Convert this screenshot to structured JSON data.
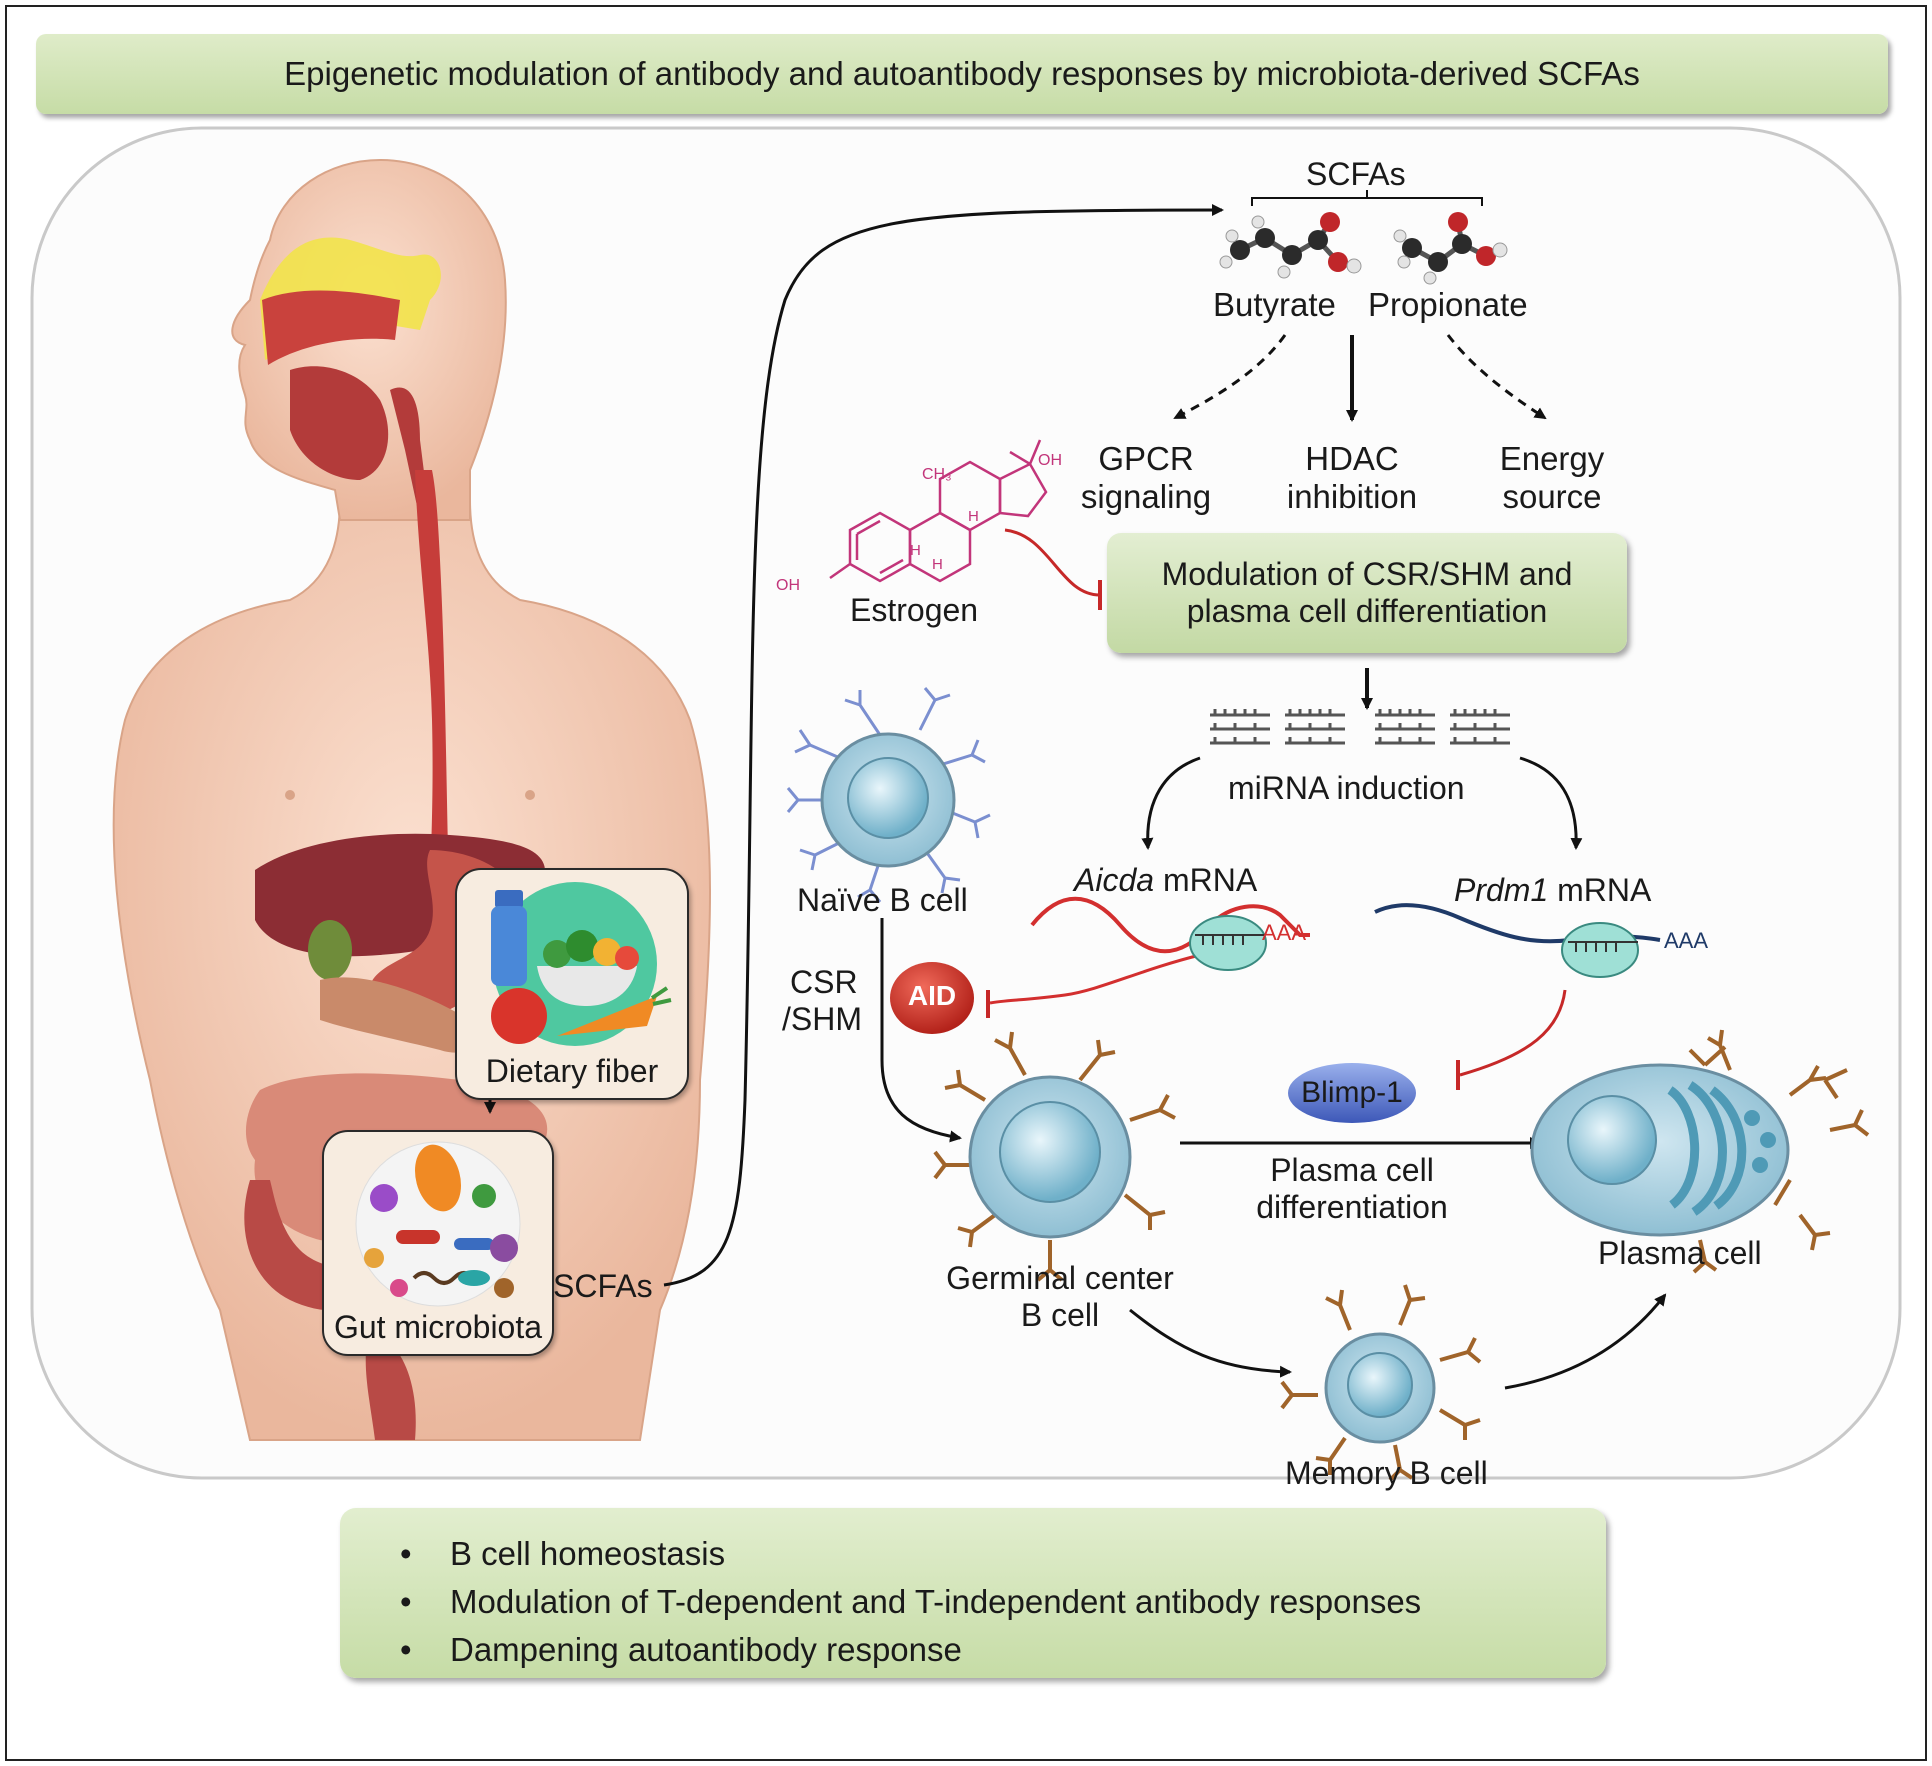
{
  "title": "Epigenetic modulation of antibody and autoantibody responses by microbiota-derived SCFAs",
  "scfas_top": "SCFAs",
  "scfas_side": "SCFAs",
  "molecules": {
    "butyrate": "Butyrate",
    "propionate": "Propionate"
  },
  "mechanisms": {
    "gpcr": [
      "GPCR",
      "signaling"
    ],
    "hdac": [
      "HDAC",
      "inhibition"
    ],
    "energy": [
      "Energy",
      "source"
    ]
  },
  "estrogen": {
    "label": "Estrogen",
    "ch3": "CH₃",
    "oh_top": "OH",
    "oh_left": "OH",
    "h": "H"
  },
  "modulation_box": [
    "Modulation of CSR/SHM and",
    "plasma cell differentiation"
  ],
  "mirna": "miRNA induction",
  "aicda": {
    "gene": "Aicda",
    "suffix": " mRNA",
    "polyA": "AAA"
  },
  "prdm1": {
    "gene": "Prdm1",
    "suffix": " mRNA",
    "polyA": "AAA"
  },
  "aid": "AID",
  "blimp": "Blimp-1",
  "cells": {
    "naive": "Naïve B cell",
    "csr": [
      "CSR",
      "/SHM"
    ],
    "gc": [
      "Germinal center",
      "B cell"
    ],
    "plasma_diff": [
      "Plasma cell",
      "differentiation"
    ],
    "plasma": "Plasma cell",
    "memory": "Memory B cell"
  },
  "cards": {
    "fiber": "Dietary fiber",
    "microbiota": "Gut microbiota"
  },
  "bullets": [
    "B cell homeostasis",
    "Modulation of T-dependent and T-independent antibody responses",
    "Dampening autoantibody response"
  ],
  "colors": {
    "inhibit": "#c62828",
    "aicda": "#d32f2f",
    "prdm1": "#1f3a68",
    "banner": "#cfe3b3",
    "cell": "#a9cfe0",
    "antibody": "#a0642a",
    "receptor": "#7b8fd0"
  }
}
